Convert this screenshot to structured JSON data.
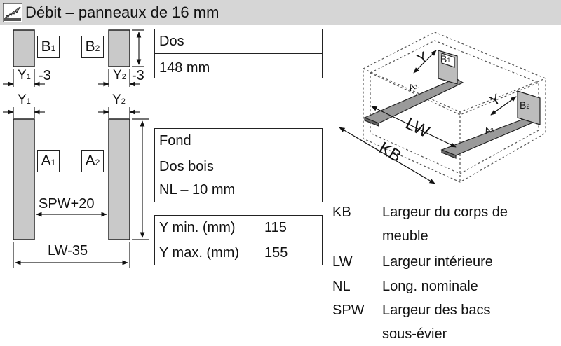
{
  "header": {
    "title": "Débit – panneaux de 16 mm",
    "icon": "saw-icon"
  },
  "panels": {
    "b1": "B",
    "b1_sub": "1",
    "b2": "B",
    "b2_sub": "2",
    "a1": "A",
    "a1_sub": "1",
    "a2": "A",
    "a2_sub": "2",
    "y1_minus3": "-3",
    "y2_minus3": "-3",
    "y1": "Y",
    "y1_sub": "1",
    "y2": "Y",
    "y2_sub": "2",
    "spw20": "SPW+20",
    "lw35": "LW-35"
  },
  "dos_table": {
    "title": "Dos",
    "value": "148 mm"
  },
  "fond_table": {
    "title": "Fond",
    "line1": "Dos bois",
    "line2": "NL – 10 mm"
  },
  "y_table": [
    {
      "label": "Y min. (mm)",
      "value": "115"
    },
    {
      "label": "Y max. (mm)",
      "value": "155"
    }
  ],
  "drawer": {
    "y": "Y",
    "b1": "B",
    "b1_sub": "1",
    "b2": "B",
    "b2_sub": "2",
    "a1": "A",
    "a1_sub": "1",
    "a2": "A",
    "a2_sub": "2",
    "lw": "LW",
    "kb": "KB"
  },
  "legend": [
    {
      "abbr": "KB",
      "text": "Largeur du corps de",
      "text2": "meuble"
    },
    {
      "abbr": "LW",
      "text": "Largeur intérieure"
    },
    {
      "abbr": "NL",
      "text": "Long. nominale"
    },
    {
      "abbr": "SPW",
      "text": "Largeur des bacs",
      "text2": "sous-évier"
    }
  ]
}
